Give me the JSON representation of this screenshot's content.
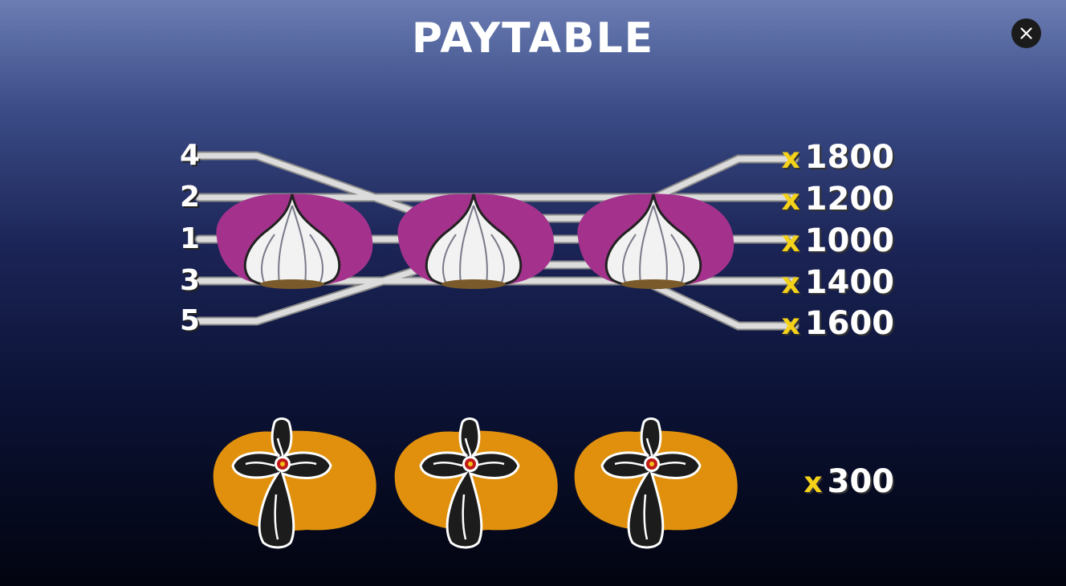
{
  "title": "PAYTABLE",
  "colors": {
    "garlic_bg": "#a4328d",
    "cross_bg": "#e0900c",
    "multiplier_x": "#f5d21a",
    "line": "#d6d6d6"
  },
  "close_icon": "close-icon",
  "paylines": [
    {
      "number": "4",
      "multiplier_x": "x",
      "multiplier": "1800"
    },
    {
      "number": "2",
      "multiplier_x": "x",
      "multiplier": "1200"
    },
    {
      "number": "1",
      "multiplier_x": "x",
      "multiplier": "1000"
    },
    {
      "number": "3",
      "multiplier_x": "x",
      "multiplier": "1400"
    },
    {
      "number": "5",
      "multiplier_x": "x",
      "multiplier": "1600"
    }
  ],
  "garlic_row": {
    "symbol": "garlic-icon",
    "count": 3
  },
  "cross_row": {
    "symbol": "cross-icon",
    "count": 3,
    "multiplier_x": "x",
    "multiplier": "300"
  }
}
